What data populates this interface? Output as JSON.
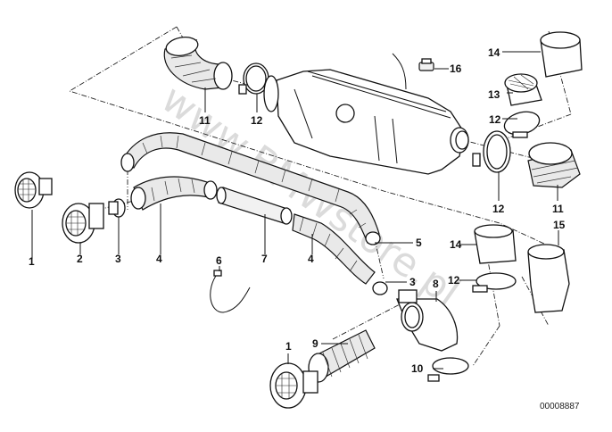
{
  "diagram": {
    "title": "Heater ducting exploded view",
    "reference_number": "00008887",
    "watermark": "www.BMWstore.pl",
    "callouts": [
      {
        "id": "c1a",
        "label": "1",
        "part": "air-vent-grille"
      },
      {
        "id": "c1b",
        "label": "1",
        "part": "air-vent-grille"
      },
      {
        "id": "c2",
        "label": "2",
        "part": "air-vent-grille-with-flange"
      },
      {
        "id": "c3a",
        "label": "3",
        "part": "adapter-ring"
      },
      {
        "id": "c3b",
        "label": "3",
        "part": "adapter-ring"
      },
      {
        "id": "c4a",
        "label": "4",
        "part": "flexible-hose"
      },
      {
        "id": "c4b",
        "label": "4",
        "part": "flexible-hose"
      },
      {
        "id": "c5",
        "label": "5",
        "part": "long-flexible-hose"
      },
      {
        "id": "c6",
        "label": "6",
        "part": "cable-tie"
      },
      {
        "id": "c7",
        "label": "7",
        "part": "connecting-tube"
      },
      {
        "id": "c8",
        "label": "8",
        "part": "elbow-connector"
      },
      {
        "id": "c9",
        "label": "9",
        "part": "bellows-hose"
      },
      {
        "id": "c10",
        "label": "10",
        "part": "hose-clamp"
      },
      {
        "id": "c11a",
        "label": "11",
        "part": "elbow-hose"
      },
      {
        "id": "c11b",
        "label": "11",
        "part": "elbow-hose"
      },
      {
        "id": "c12a",
        "label": "12",
        "part": "hose-clamp"
      },
      {
        "id": "c12b",
        "label": "12",
        "part": "hose-clamp"
      },
      {
        "id": "c12c",
        "label": "12",
        "part": "hose-clamp"
      },
      {
        "id": "c12d",
        "label": "12",
        "part": "hose-clamp"
      },
      {
        "id": "c13",
        "label": "13",
        "part": "intake-screen"
      },
      {
        "id": "c14a",
        "label": "14",
        "part": "sleeve"
      },
      {
        "id": "c14b",
        "label": "14",
        "part": "sleeve"
      },
      {
        "id": "c15",
        "label": "15",
        "part": "bent-sleeve"
      },
      {
        "id": "c16",
        "label": "16",
        "part": "clip"
      }
    ]
  }
}
